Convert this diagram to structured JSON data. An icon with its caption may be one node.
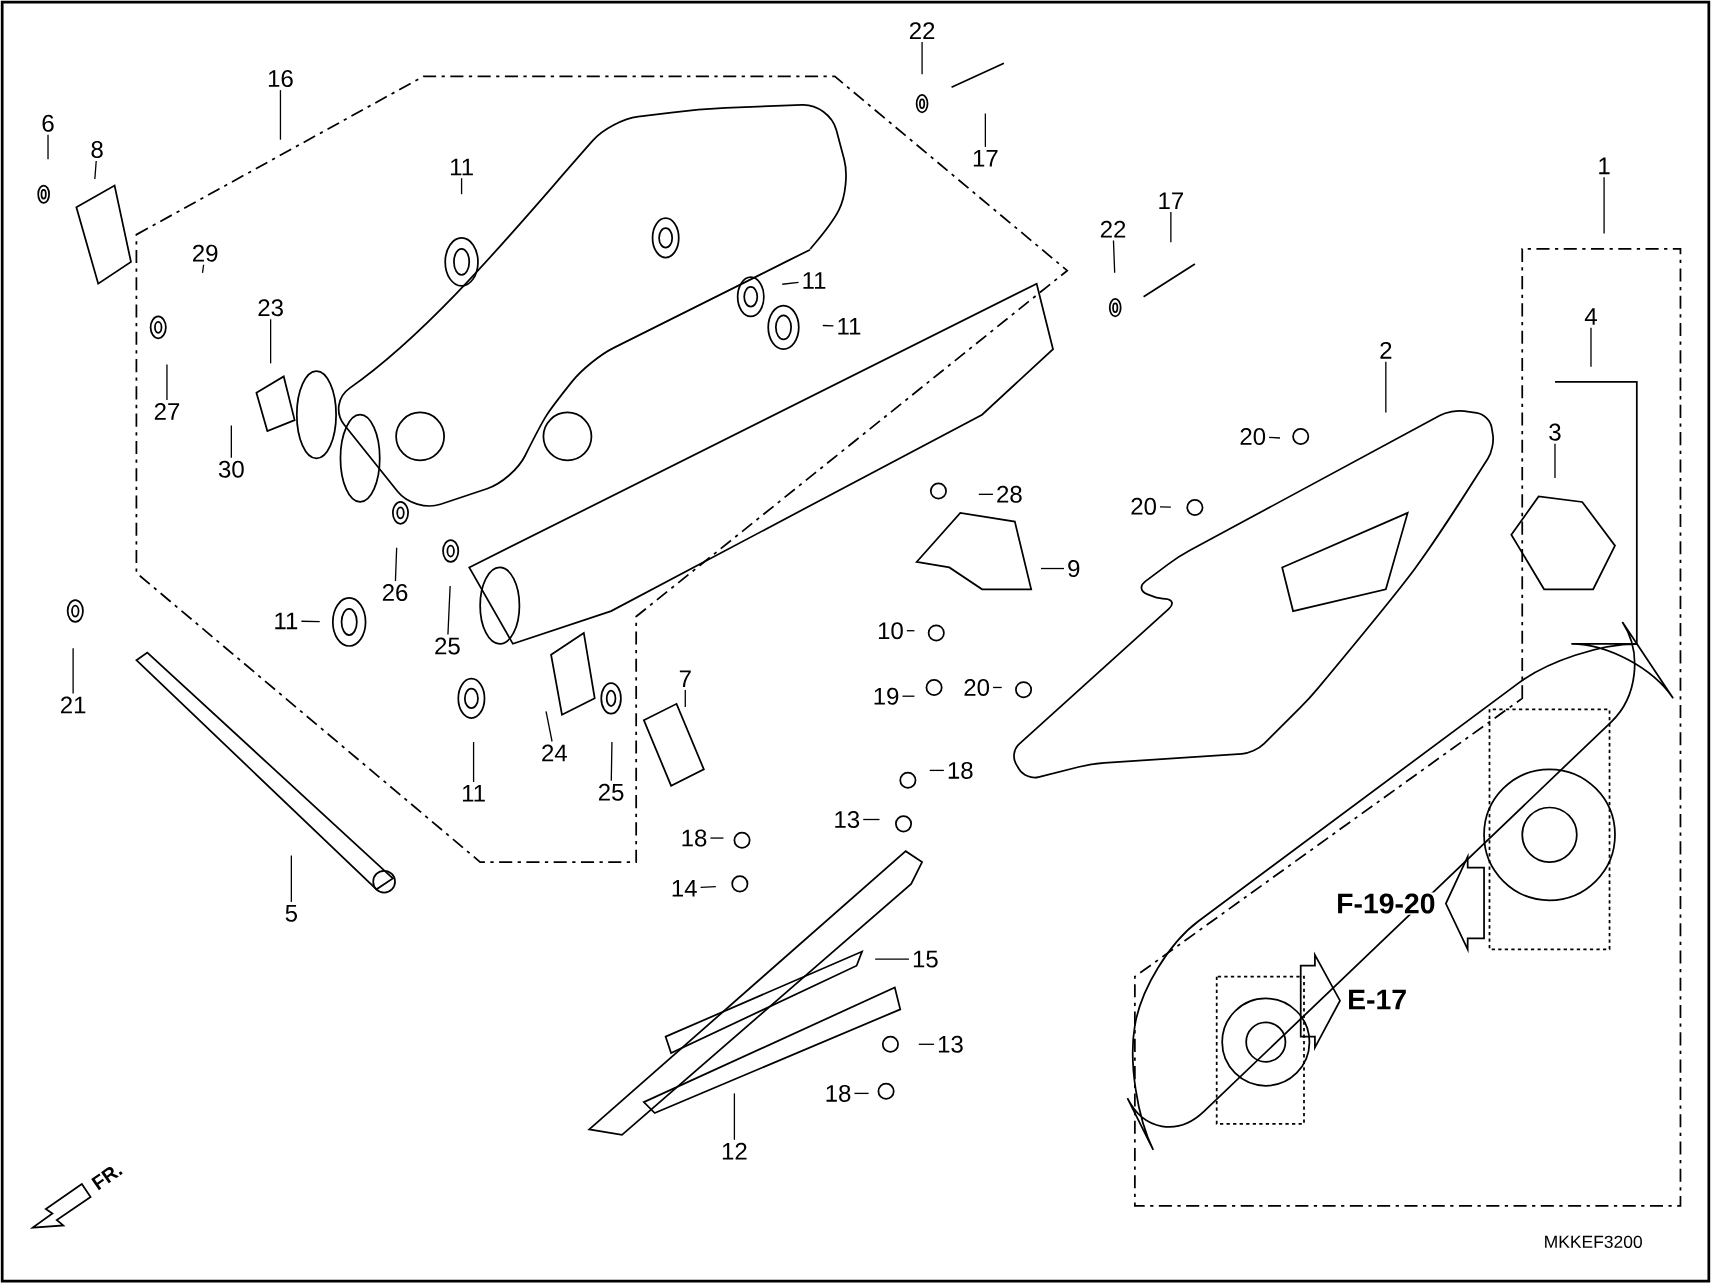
{
  "diagram": {
    "nodes": [
      {
        "text": [
          "16"
        ]
      },
      {
        "text": [
          "6"
        ]
      },
      {
        "text": [
          "8"
        ]
      },
      {
        "text": [
          "29"
        ]
      },
      {
        "text": [
          "23"
        ]
      },
      {
        "text": [
          "27"
        ]
      },
      {
        "text": [
          "30"
        ]
      },
      {
        "text": [
          "11"
        ]
      },
      {
        "text": [
          "11"
        ]
      },
      {
        "text": [
          "11"
        ]
      },
      {
        "text": [
          "22"
        ]
      },
      {
        "text": [
          "17"
        ]
      },
      {
        "text": [
          "22"
        ]
      },
      {
        "text": [
          "17"
        ]
      },
      {
        "text": [
          "1"
        ]
      },
      {
        "text": [
          "4"
        ]
      },
      {
        "text": [
          "3"
        ]
      },
      {
        "text": [
          "2"
        ]
      },
      {
        "text": [
          "20"
        ]
      },
      {
        "text": [
          "28"
        ]
      },
      {
        "text": [
          "20"
        ]
      },
      {
        "text": [
          "9"
        ]
      },
      {
        "text": [
          "10"
        ]
      },
      {
        "text": [
          "19"
        ]
      },
      {
        "text": [
          "20"
        ]
      },
      {
        "text": [
          "18"
        ]
      },
      {
        "text": [
          "13"
        ]
      },
      {
        "text": [
          "18"
        ]
      },
      {
        "text": [
          "14"
        ]
      },
      {
        "text": [
          "15"
        ]
      },
      {
        "text": [
          "13"
        ]
      },
      {
        "text": [
          "18"
        ]
      },
      {
        "text": [
          "12"
        ]
      },
      {
        "text": [
          "11"
        ]
      },
      {
        "text": [
          "26"
        ]
      },
      {
        "text": [
          "25"
        ]
      },
      {
        "text": [
          "21"
        ]
      },
      {
        "text": [
          "5"
        ]
      },
      {
        "text": [
          "11"
        ]
      },
      {
        "text": [
          "24"
        ]
      },
      {
        "text": [
          "25"
        ]
      },
      {
        "text": [
          "7"
        ]
      }
    ],
    "edges": [
      {
        "from": 0,
        "to": null,
        "arrow": "none"
      },
      {
        "from": 1,
        "to": null,
        "arrow": "none"
      },
      {
        "from": 2,
        "to": null,
        "arrow": "none"
      },
      {
        "from": 3,
        "to": null,
        "arrow": "none"
      },
      {
        "from": 4,
        "to": null,
        "arrow": "none"
      },
      {
        "from": 5,
        "to": null,
        "arrow": "none"
      },
      {
        "from": 6,
        "to": null,
        "arrow": "none"
      },
      {
        "from": 7,
        "to": null,
        "arrow": "none"
      },
      {
        "from": 8,
        "to": null,
        "arrow": "none"
      },
      {
        "from": 9,
        "to": null,
        "arrow": "none"
      },
      {
        "from": 10,
        "to": null,
        "arrow": "none"
      },
      {
        "from": 11,
        "to": null,
        "arrow": "none"
      },
      {
        "from": 12,
        "to": null,
        "arrow": "none"
      },
      {
        "from": 13,
        "to": null,
        "arrow": "none"
      },
      {
        "from": 14,
        "to": null,
        "arrow": "none"
      },
      {
        "from": 15,
        "to": null,
        "arrow": "none"
      },
      {
        "from": 16,
        "to": null,
        "arrow": "none"
      },
      {
        "from": 17,
        "to": null,
        "arrow": "none"
      },
      {
        "from": 18,
        "to": null,
        "arrow": "none"
      },
      {
        "from": 19,
        "to": null,
        "arrow": "none"
      },
      {
        "from": 20,
        "to": null,
        "arrow": "none"
      },
      {
        "from": 21,
        "to": null,
        "arrow": "none"
      },
      {
        "from": 22,
        "to": null,
        "arrow": "none"
      },
      {
        "from": 23,
        "to": null,
        "arrow": "none"
      },
      {
        "from": 24,
        "to": null,
        "arrow": "none"
      },
      {
        "from": 25,
        "to": null,
        "arrow": "none"
      },
      {
        "from": 26,
        "to": null,
        "arrow": "none"
      },
      {
        "from": 27,
        "to": null,
        "arrow": "none"
      },
      {
        "from": 28,
        "to": null,
        "arrow": "none"
      },
      {
        "from": 29,
        "to": null,
        "arrow": "none"
      },
      {
        "from": 30,
        "to": null,
        "arrow": "none"
      },
      {
        "from": 31,
        "to": null,
        "arrow": "none"
      },
      {
        "from": 32,
        "to": null,
        "arrow": "none"
      },
      {
        "from": 33,
        "to": null,
        "arrow": "none"
      },
      {
        "from": 34,
        "to": null,
        "arrow": "none"
      },
      {
        "from": 35,
        "to": null,
        "arrow": "none"
      },
      {
        "from": 36,
        "to": null,
        "arrow": "none"
      },
      {
        "from": 37,
        "to": null,
        "arrow": "none"
      },
      {
        "from": 38,
        "to": null,
        "arrow": "none"
      },
      {
        "from": 39,
        "to": null,
        "arrow": "none"
      },
      {
        "from": 40,
        "to": null,
        "arrow": "none"
      },
      {
        "from": 41,
        "to": null,
        "arrow": "none"
      }
    ],
    "labels": [
      "F-19-20",
      "E-17",
      "FR.",
      "MKKEF3200"
    ]
  }
}
